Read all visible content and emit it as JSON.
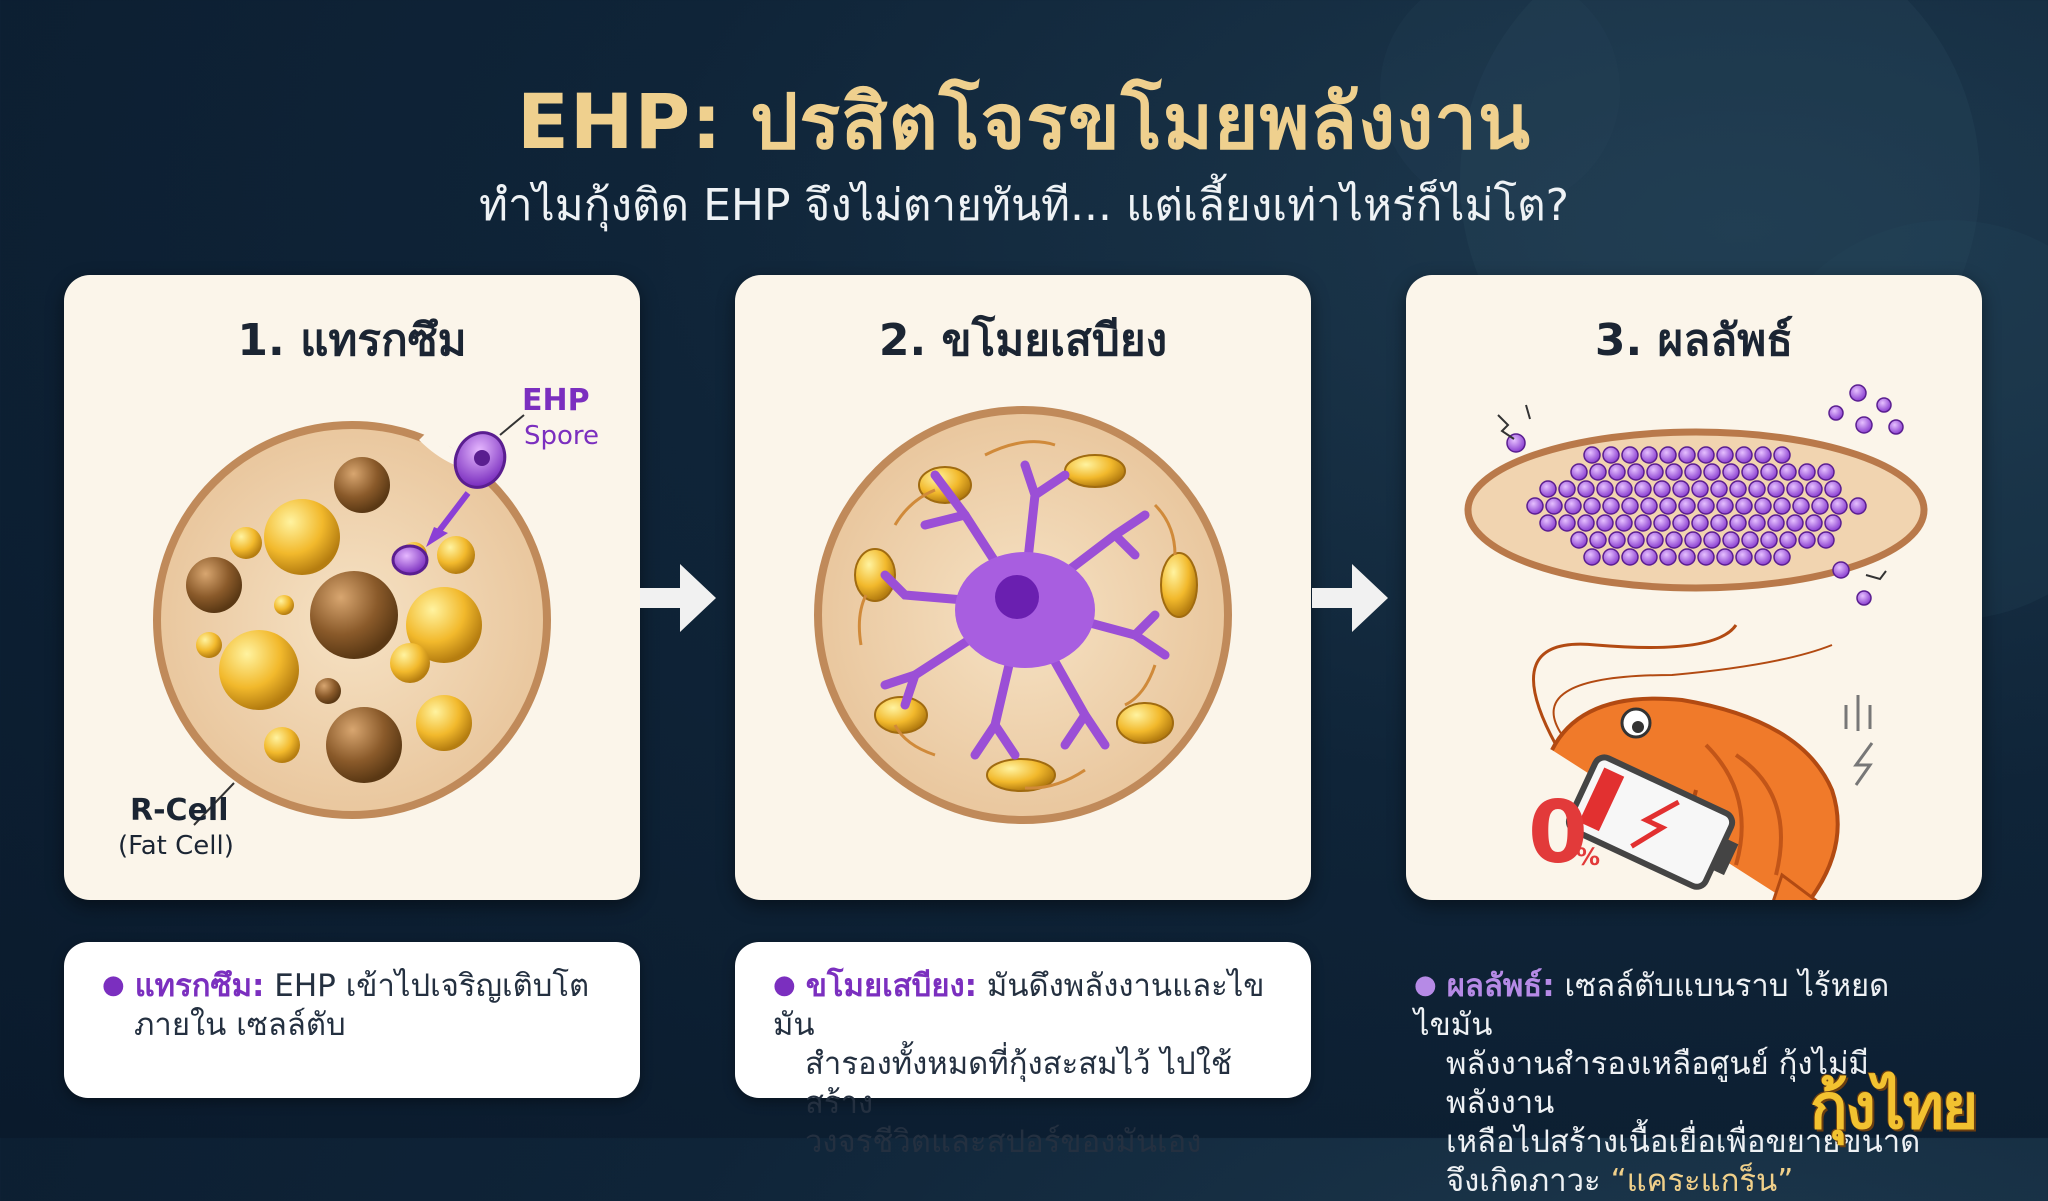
{
  "header": {
    "title": "EHP: ปรสิตโจรขโมยพลังงาน",
    "subtitle": "ทำไมกุ้งติด EHP จึงไม่ตายทันที... แต่เลี้ยงเท่าไหร่ก็ไม่โต?"
  },
  "panels": [
    {
      "heading": "1. แทรกซึม",
      "labels": {
        "spore_name": "EHP",
        "spore_sub": "Spore",
        "cell_name": "R-Cell",
        "cell_sub": "(Fat Cell)"
      },
      "desc_term": "แทรกซึม:",
      "desc_lines": [
        "EHP เข้าไปเจริญเติบโต",
        "ภายใน เซลล์ตับ"
      ]
    },
    {
      "heading": "2. ขโมยเสบียง",
      "desc_term": "ขโมยเสบียง:",
      "desc_lines": [
        "มันดึงพลังงานและไขมัน",
        "สำรองทั้งหมดที่กุ้งสะสมไว้ ไปใช้สร้าง",
        "วงจรชีวิตและสปอร์ของมันเอง"
      ]
    },
    {
      "heading": "3. ผลลัพธ์",
      "battery_text": "0",
      "battery_unit": "%",
      "desc_term": "ผลลัพธ์:",
      "desc_lines": [
        "เซลล์ตับแบนราบ ไร้หยดไขมัน",
        "พลังงานสำรองเหลือศูนย์ กุ้งไม่มีพลังงาน",
        "เหลือไปสร้างเนื้อเยื่อเพื่อขยายขนาด",
        "จึงเกิดภาวะ"
      ],
      "desc_quote": "“แคระแกร็น”"
    }
  ],
  "logo": "กุ้งไทย",
  "colors": {
    "accent_purple": "#7b2fbf",
    "title_gold": "#efd08e",
    "background": "#0f2438",
    "panel": "#fbf5ea"
  },
  "icons": [
    "arrow-right-icon",
    "arrow-right-icon"
  ]
}
